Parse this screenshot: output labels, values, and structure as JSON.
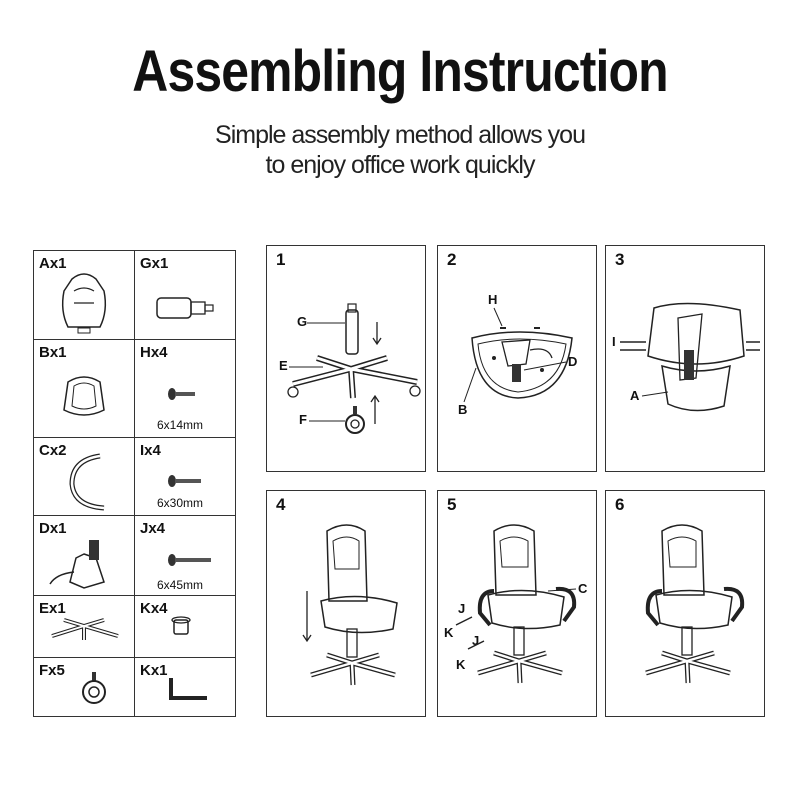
{
  "header": {
    "title": "Assembling Instruction",
    "subtitle_line1": "Simple assembly method allows you",
    "subtitle_line2": "to enjoy office work quickly"
  },
  "parts": [
    {
      "label": "Ax1",
      "size": ""
    },
    {
      "label": "Gx1",
      "size": ""
    },
    {
      "label": "Bx1",
      "size": ""
    },
    {
      "label": "Hx4",
      "size": "6x14mm"
    },
    {
      "label": "Cx2",
      "size": ""
    },
    {
      "label": "Ix4",
      "size": "6x30mm"
    },
    {
      "label": "Dx1",
      "size": ""
    },
    {
      "label": "Jx4",
      "size": "6x45mm"
    },
    {
      "label": "Ex1",
      "size": ""
    },
    {
      "label": "Kx4",
      "size": ""
    },
    {
      "label": "Fx5",
      "size": ""
    },
    {
      "label": "Kx1",
      "size": ""
    }
  ],
  "steps": [
    {
      "number": "1",
      "callouts": [
        "G",
        "E",
        "F"
      ]
    },
    {
      "number": "2",
      "callouts": [
        "H",
        "D",
        "B"
      ]
    },
    {
      "number": "3",
      "callouts": [
        "I",
        "A"
      ]
    },
    {
      "number": "4",
      "callouts": []
    },
    {
      "number": "5",
      "callouts": [
        "C",
        "J",
        "K",
        "J",
        "K"
      ]
    },
    {
      "number": "6",
      "callouts": []
    }
  ]
}
